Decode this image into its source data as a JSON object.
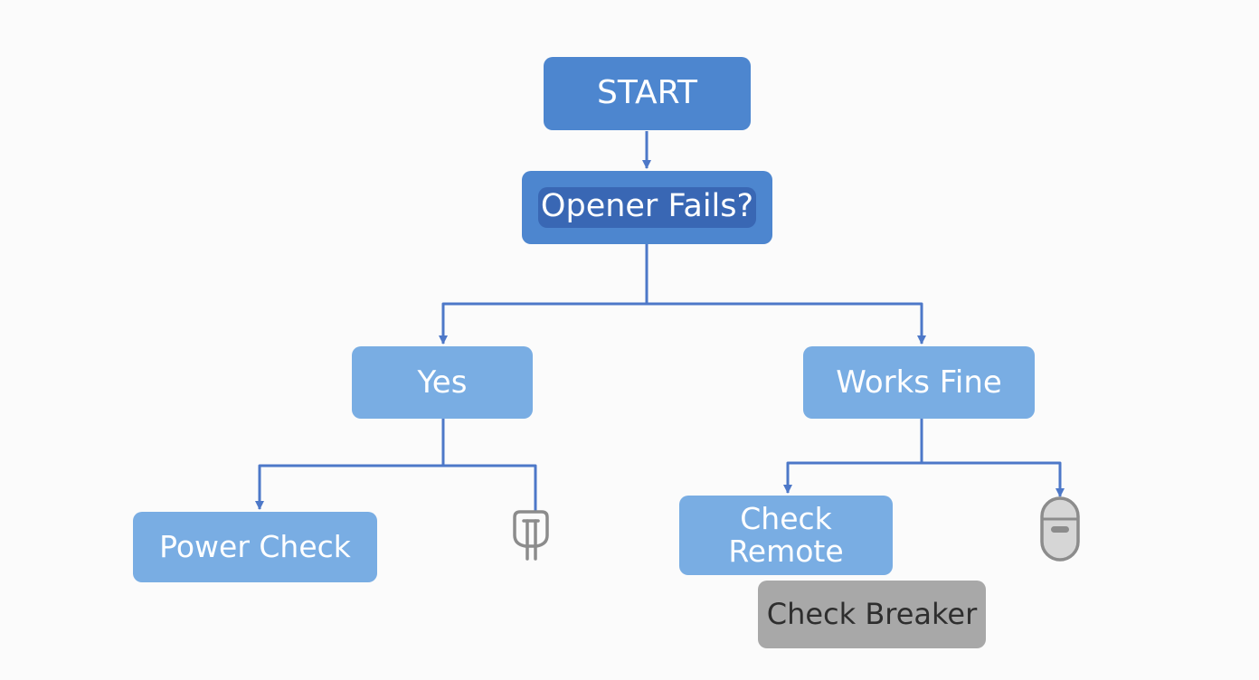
{
  "flowchart": {
    "start": "START",
    "decision": "Opener Fails?",
    "yes_branch": "Yes",
    "no_branch": "Works Fine",
    "power_check": "Power Check",
    "check_remote": [
      "Check",
      "Remote"
    ],
    "check_breaker": "Check Breaker"
  },
  "icons": {
    "plug": "plug-icon",
    "remote": "remote-icon"
  },
  "colors": {
    "primary_node": "#4d86cf",
    "highlight": "#3967b4",
    "secondary_node": "#79ade3",
    "muted_node": "#a8a8a8",
    "connector": "#4d78c8",
    "icon_stroke": "#8c8c8c"
  }
}
